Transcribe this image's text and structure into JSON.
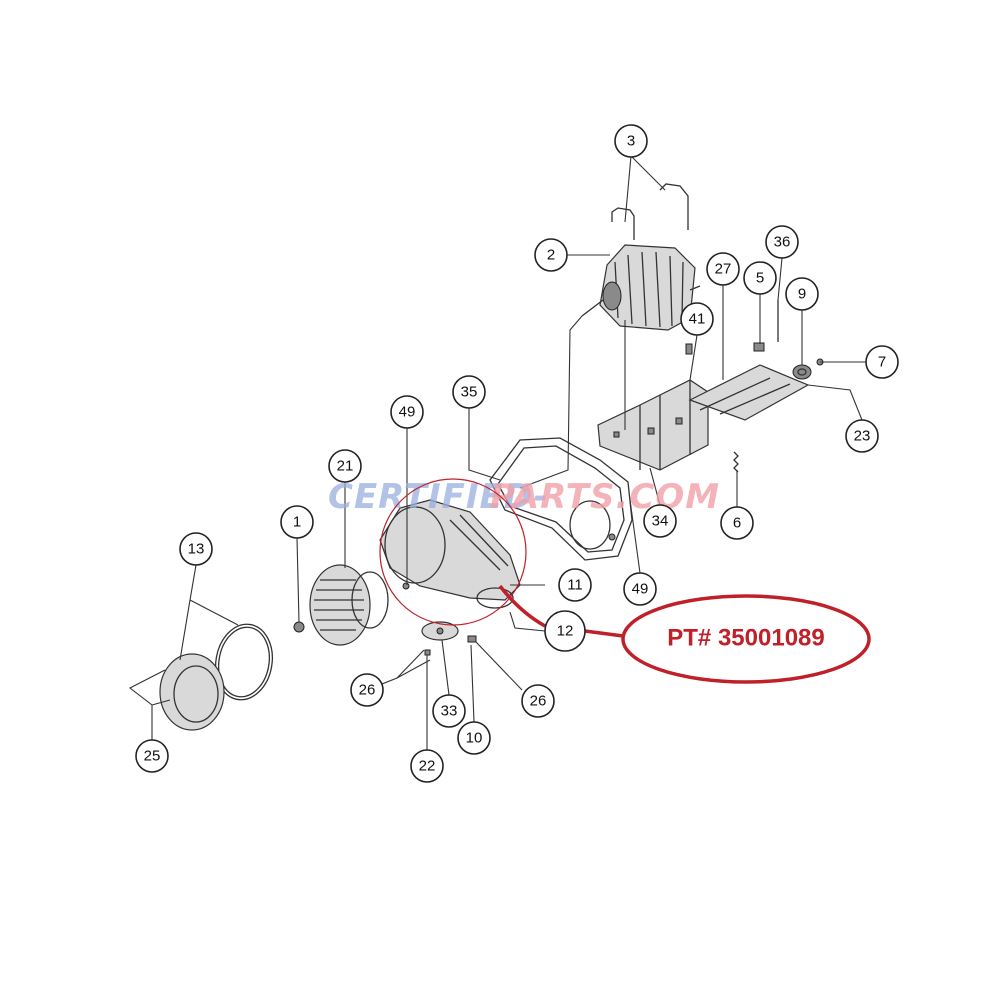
{
  "watermark": {
    "part1": "CERTIFIED-",
    "part2": "PARTS.COM"
  },
  "part_number_label": "PT# 35001089",
  "callouts": {
    "c1": "1",
    "c2": "2",
    "c3": "3",
    "c5": "5",
    "c6": "6",
    "c7": "7",
    "c9": "9",
    "c10": "10",
    "c11": "11",
    "c12": "12",
    "c13": "13",
    "c21": "21",
    "c22": "22",
    "c23": "23",
    "c25": "25",
    "c26a": "26",
    "c26b": "26",
    "c27": "27",
    "c33": "33",
    "c34": "34",
    "c35": "35",
    "c36": "36",
    "c41": "41",
    "c49a": "49",
    "c49b": "49"
  },
  "colors": {
    "highlight": "#c0202a",
    "line": "#333333",
    "watermark_blue": "#9aaee0",
    "watermark_red": "#f2a0a8"
  }
}
